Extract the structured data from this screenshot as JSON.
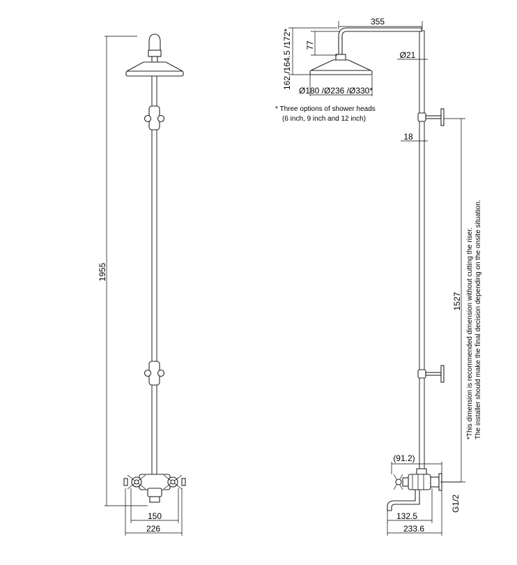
{
  "front_view": {
    "height_dim": "1955",
    "width_inner_dim": "150",
    "width_outer_dim": "226"
  },
  "side_view": {
    "arm_dim": "355",
    "arm_drop_dim": "77",
    "head_height_dim": "162 /164.5 /172*",
    "head_diameters_dim": "Ø180 /Ø236 /Ø330*",
    "riser_diameter_dim": "Ø21",
    "bracket_dim": "18",
    "bracket_spacing_dim": "1527",
    "valve_offset_dim": "(91.2)",
    "spout_dim": "132.5",
    "total_depth_dim": "233.6",
    "thread_dim": "G1/2"
  },
  "notes": {
    "head_options_line1": "* Three options of shower heads",
    "head_options_line2": "(6 inch, 9 inch and 12 inch)",
    "install_line1": "*This dimension is recommended dimension without cutting the riser.",
    "install_line2": "The installer should make the final decision depending on the onsite situation."
  }
}
